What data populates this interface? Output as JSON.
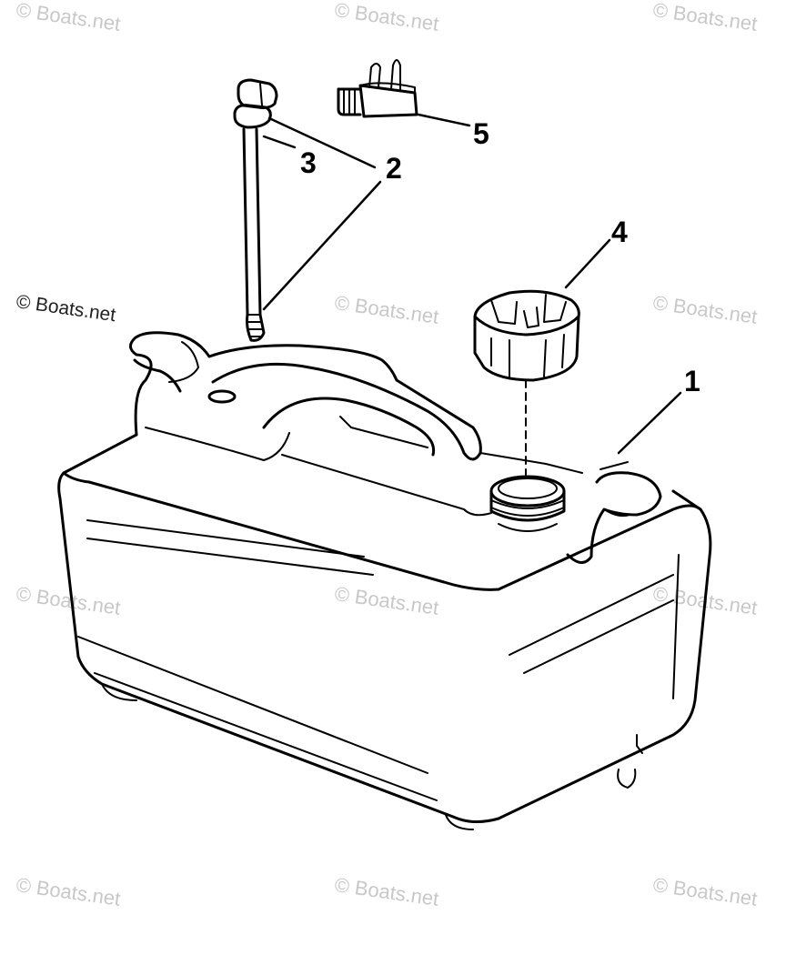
{
  "watermark": "© Boats.net",
  "callouts": {
    "tank": "1",
    "pickup_assembly": "2",
    "gasket": "3",
    "fill_cap": "4",
    "connector_fitting": "5"
  },
  "colors": {
    "line": "#000000",
    "watermark": "#c8c8c8",
    "background": "#ffffff"
  }
}
